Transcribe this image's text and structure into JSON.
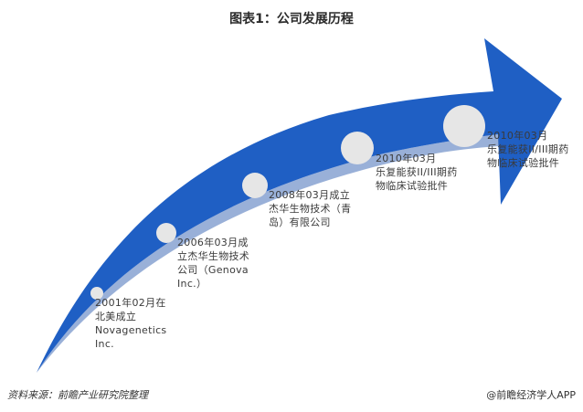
{
  "title": "图表1：公司发展历程",
  "colors": {
    "arrow": "#1f5fc4",
    "arrow_dark": "#1d4fa8",
    "node": "#e6e6e6",
    "text": "#3a3a3a"
  },
  "milestones": [
    {
      "lines": [
        "2001年02月在",
        "北美成立",
        "Novagenetics",
        "Inc."
      ]
    },
    {
      "lines": [
        "2006年03月成",
        "立杰华生物技术",
        "公司（Genova",
        "Inc.）"
      ]
    },
    {
      "lines": [
        "2008年03月成立",
        "杰华生物技术（青",
        "岛）有限公司"
      ]
    },
    {
      "lines": [
        "2010年03月",
        "乐复能获II/III期药",
        "物临床试验批件"
      ]
    },
    {
      "lines": [
        "2010年03月",
        "乐复能获II/III期药",
        "物临床试验批件"
      ]
    }
  ],
  "footer": {
    "source": "资料来源：前瞻产业研究院整理",
    "brand": "@前瞻经济学人APP"
  }
}
